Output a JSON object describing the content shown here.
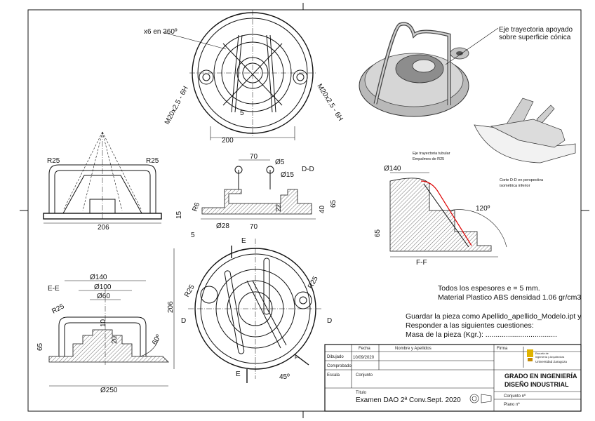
{
  "top_view": {
    "note_holes": "x6 en 360º",
    "thread_left": "M20x2.5 - 6H",
    "thread_right": "M20x2.5 - 6H",
    "dim_width": "200",
    "dim_slot": "5"
  },
  "iso_callout": {
    "line1": "Eje trayectoria apoyado",
    "line2": "sobre superficie cónica"
  },
  "section_view_callout": {
    "line1": "Corte D-D en perspectiva",
    "line2": "isométrica inferior"
  },
  "front_view": {
    "r_left": "R25",
    "r_right": "R25",
    "dim_width": "206"
  },
  "section_dd": {
    "title": "D-D",
    "dim_70": "70",
    "dim_phi5": "Ø5",
    "dim_phi15": "Ø15",
    "dim_15": "15",
    "dim_r6": "R6",
    "dim_22": "22",
    "dim_40": "40",
    "dim_65": "65",
    "dim_phi28": "Ø28",
    "dim_5": "5",
    "dim_70b": "70"
  },
  "section_ff": {
    "tube_note1": "Eje trayectoria tubular",
    "tube_note2": "Empalmes de R25",
    "dim_phi140": "Ø140",
    "dim_angle": "120º",
    "dim_65": "65",
    "title": "F-F"
  },
  "bottom_view": {
    "dim_206": "206",
    "r_left": "R25",
    "r_right": "R25",
    "label_d_left": "D",
    "label_d_right": "D",
    "label_e_top": "E",
    "label_e_bottom": "E",
    "label_f": "F",
    "dim_angle": "45º"
  },
  "section_ee": {
    "title": "E-E",
    "dim_phi140": "Ø140",
    "dim_phi100": "Ø100",
    "dim_phi60": "Ø60",
    "r_left": "R25",
    "dim_10": "10",
    "dim_20": "20",
    "dim_65": "65",
    "dim_angle": "60º",
    "dim_phi250": "Ø250"
  },
  "notes": {
    "line1": "Todos los espesores e = 5 mm.",
    "line2": "Material Plastico ABS densidad 1.06 gr/cm3",
    "line3": "Guardar la pieza como Apellido_apellido_Modelo.ipt y",
    "line4": "Responder a las siguientes cuestiones:",
    "line5": "Masa de la pieza (Kgr.): ..................................."
  },
  "title_block": {
    "col_fecha": "Fecha",
    "col_nombre": "Nombre y Apellidos",
    "col_firma": "Firma",
    "row_dibujado": "Dibujado",
    "date": "10/09/2020",
    "row_comprobado": "Comprobado",
    "row_escala": "Escala",
    "conjunto": "Conjunto",
    "titulo_label": "Título",
    "titulo": "Examen DAO 2ª Conv.Sept. 2020",
    "school_name": "GRADO EN INGENIERÍA",
    "school_name2": "DISEÑO INDUSTRIAL",
    "conjunto_n": "Conjunto nº",
    "plano_n": "Plano nº",
    "logo_line1": "Escuela de",
    "logo_line2": "Ingeniería y Arquitectura",
    "logo_line3": "Universidad Zaragoza"
  }
}
